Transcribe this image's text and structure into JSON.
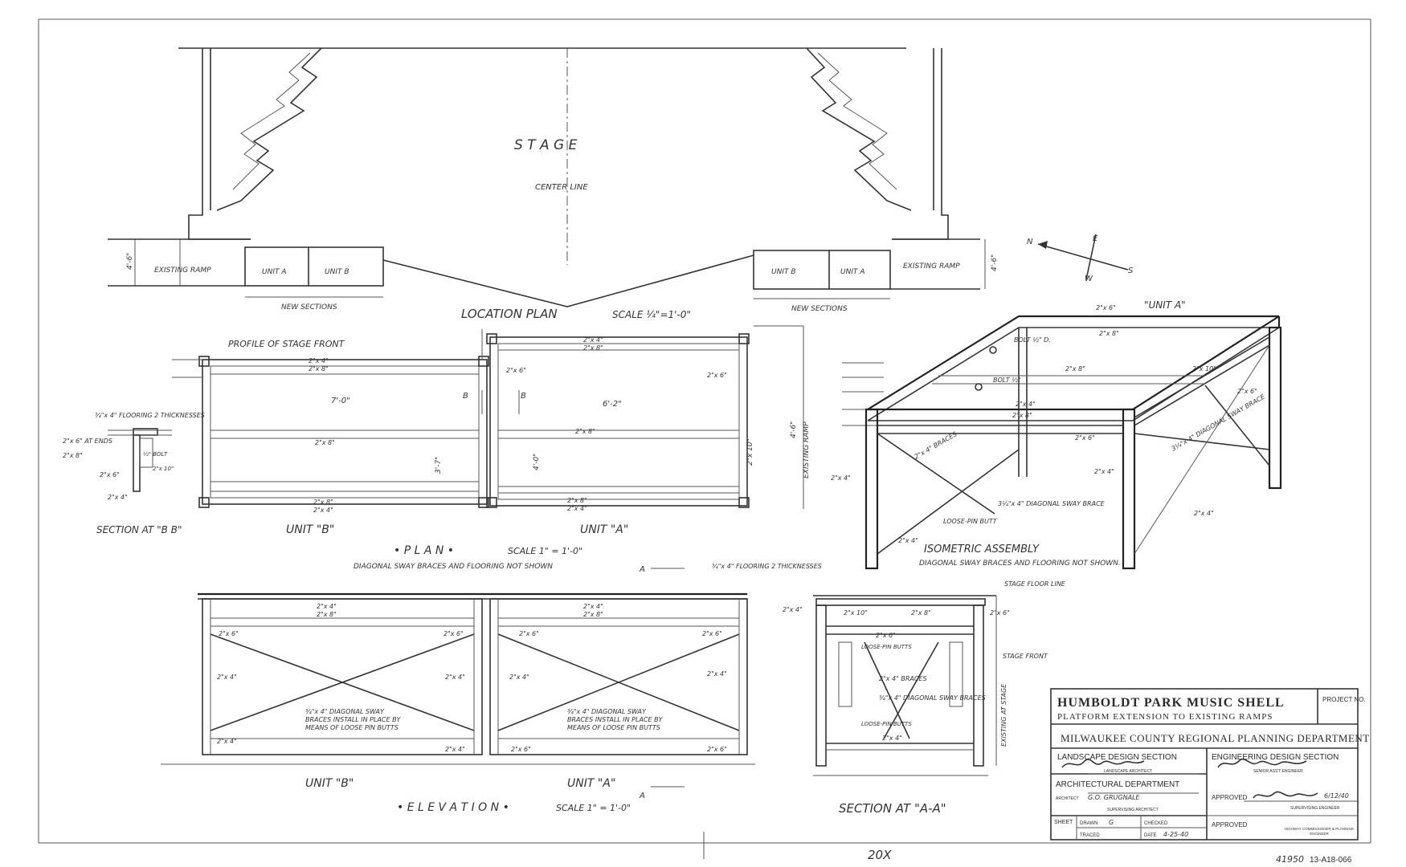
{
  "location_plan": {
    "stage_label": "S T A G E",
    "center_line": "CENTER LINE",
    "existing_ramp": "EXISTING RAMP",
    "unit_a": "UNIT A",
    "unit_b": "UNIT B",
    "new_sections": "NEW SECTIONS",
    "dim_46": "4'-6\"",
    "title": "LOCATION PLAN",
    "scale": "SCALE ¼\"=1'-0\""
  },
  "compass": {
    "n": "N",
    "s": "S",
    "e": "E",
    "w": "W"
  },
  "plan": {
    "profile_note": "PROFILE OF STAGE FRONT",
    "title": "• P L A N •",
    "scale": "SCALE 1\" = 1'-0\"",
    "note": "DIAGONAL SWAY BRACES AND FLOORING NOT SHOWN",
    "unit_b_label": "UNIT \"B\"",
    "unit_a_label": "UNIT \"A\"",
    "m_2x4": "2\"x 4\"",
    "m_2x8": "2\"x 8\"",
    "m_2x6": "2\"x 6\"",
    "m_2x10": "2\"x 10\"",
    "dim_7": "7'-0\"",
    "dim_6": "6'-2\"",
    "dim_35": "3'-7\"",
    "dim_4": "4'-0\"",
    "dim_46": "4'-6\"",
    "existing_ramp_v": "EXISTING RAMP",
    "mark_b": "B"
  },
  "section_bb": {
    "title": "SECTION AT \"B B\"",
    "flooring": "¾\"x 4\" FLOORING 2 THICKNESSES",
    "at_ends": "2\"x 6\" AT ENDS",
    "bolt": "½\" BOLT",
    "m_2x8": "2\"x 8\"",
    "m_2x10": "2\"x 10\"",
    "m_2x6": "2\"x 6\"",
    "m_2x4": "2\"x 4\""
  },
  "isometric": {
    "unit_a": "\"UNIT A\"",
    "title": "ISOMETRIC ASSEMBLY",
    "note": "DIAGONAL SWAY BRACES AND FLOORING NOT SHOWN.",
    "bolt": "BOLT ½\" D.",
    "bolt2": "BOLT ½\"",
    "m_2x6": "2\"x 6\"",
    "m_2x8": "2\"x 8\"",
    "m_2x4": "2\"x 4\"",
    "m_2x10": "2\"x 10\"",
    "braces": "2\"x 4\" BRACES",
    "sway": "3¼\"x 4\" DIAGONAL SWAY BRACE",
    "butt": "LOOSE-PIN BUTT"
  },
  "elevation": {
    "title": "• E L E V A T I O N •",
    "scale": "SCALE 1\" = 1'-0\"",
    "flooring": "¾\"x 4\" FLOORING 2 THICKNESSES",
    "unit_b_label": "UNIT \"B\"",
    "unit_a_label": "UNIT \"A\"",
    "brace_note_b": "¾\"x 4\" DIAGONAL SWAY BRACES INSTALL IN PLACE BY MEANS OF LOOSE PIN BUTTS",
    "brace_note_a": "¾\"x 4\" DIAGONAL SWAY BRACES INSTALL IN PLACE BY MEANS OF LOOSE PIN BUTTS",
    "m_2x4": "2\"x 4\"",
    "m_2x8": "2\"x 8\"",
    "m_2x6": "2\"x 6\"",
    "mark_a": "A"
  },
  "section_aa": {
    "title": "SECTION AT \"A-A\"",
    "stage_floor": "STAGE FLOOR LINE",
    "stage_front": "STAGE FRONT",
    "loose_pin": "LOOSE-PIN BUTTS",
    "braces": "2\"x 4\" BRACES",
    "diag": "¾\"x 4\" DIAGONAL SWAY BRACES",
    "existing": "EXISTING AT STAGE",
    "m_2x4": "2\"x 4\"",
    "m_2x10": "2\"x 10\"",
    "m_2x8": "2\"x 8\"",
    "m_2x6": "2\"x 6\""
  },
  "title_block": {
    "project": "HUMBOLDT PARK MUSIC SHELL",
    "subtitle": "PLATFORM EXTENSION TO EXISTING RAMPS",
    "project_no_label": "PROJECT NO.",
    "department": "MILWAUKEE COUNTY REGIONAL PLANNING DEPARTMENT",
    "landscape": "LANDSCAPE DESIGN SECTION",
    "landscape_role": "LANDSCAPE ARCHITECT",
    "engineering": "ENGINEERING DESIGN SECTION",
    "engineering_role": "SENIOR ASS'T ENGINEER",
    "architectural": "ARCHITECTURAL DEPARTMENT",
    "architect_label": "ARCHITECT",
    "architect_name": "G.O. GRUGNALE",
    "supervising_architect": "SUPERVISING ARCHITECT",
    "approved_label": "APPROVED",
    "supervising_engineer": "SUPERVISING ENGINEER",
    "approved_date": "6/12/40",
    "sheet_label": "SHEET",
    "drawn_label": "DRAWN",
    "drawn_value": "G",
    "traced_label": "TRACED",
    "checked_label": "CHECKED",
    "date_label": "DATE",
    "date_value": "4-25-40",
    "approved2_label": "APPROVED",
    "highway_commissioner": "HIGHWAY COMMISSIONER & PLANNING ENGINEER"
  },
  "margin": {
    "scale_note": "20X",
    "doc_no": "41950",
    "drawing_no": "13-A18-066"
  }
}
